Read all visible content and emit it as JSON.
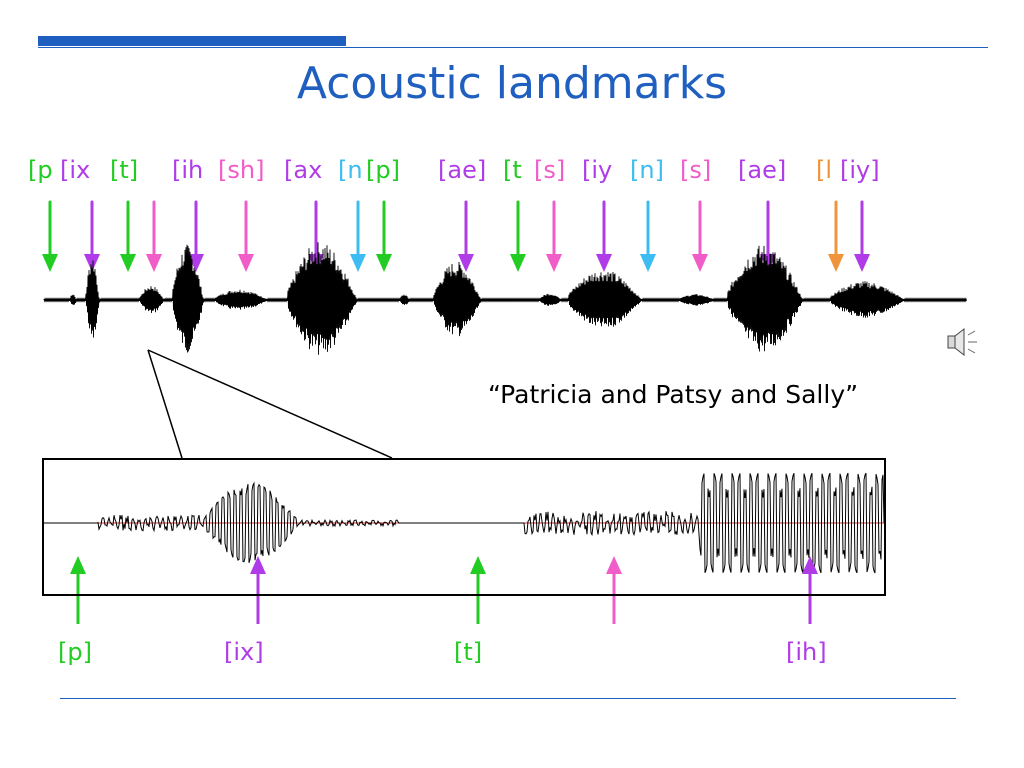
{
  "title": "Acoustic landmarks",
  "caption": "“Patricia and Patsy and Sally”",
  "colors": {
    "title": "#1f5fc0",
    "green": "#22cc22",
    "violet": "#b03ce8",
    "pink": "#f05cc8",
    "cyan": "#3cbcf0",
    "orange": "#f0943c",
    "baseline": "#cc3333"
  },
  "icons": {
    "speaker": "speaker-icon"
  },
  "top_labels": [
    {
      "text": "[p",
      "color": "green"
    },
    {
      "text": "[ix",
      "color": "violet"
    },
    {
      "text": "[t]",
      "color": "green"
    },
    {
      "text": "[ih",
      "color": "violet"
    },
    {
      "text": "[sh]",
      "color": "pink"
    },
    {
      "text": "[ax",
      "color": "violet"
    },
    {
      "text": "[n",
      "color": "cyan"
    },
    {
      "text": "[p]",
      "color": "green"
    },
    {
      "text": "[ae]",
      "color": "violet"
    },
    {
      "text": "[t",
      "color": "green"
    },
    {
      "text": "[s]",
      "color": "pink"
    },
    {
      "text": "[iy",
      "color": "violet"
    },
    {
      "text": "[n]",
      "color": "cyan"
    },
    {
      "text": "[s]",
      "color": "pink"
    },
    {
      "text": "[ae]",
      "color": "violet"
    },
    {
      "text": "[l",
      "color": "orange"
    },
    {
      "text": "[iy]",
      "color": "violet"
    }
  ],
  "bottom_labels": [
    {
      "text": "[p]",
      "color": "green"
    },
    {
      "text": "[ix]",
      "color": "violet"
    },
    {
      "text": "[t]",
      "color": "green"
    },
    {
      "text": "[ih]",
      "color": "violet"
    }
  ]
}
